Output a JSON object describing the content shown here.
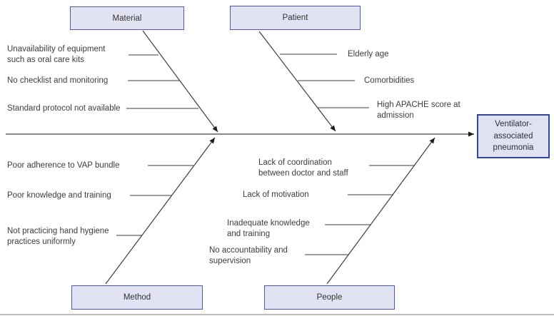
{
  "diagram": {
    "type": "fishbone-cause-effect",
    "effect_label": "Ventilator-associated pneumonia"
  },
  "categories": {
    "material": {
      "label": "Material",
      "causes": [
        "Unavailability of equipment such as oral care kits",
        "No checklist and monitoring",
        "Standard protocol not available"
      ]
    },
    "patient": {
      "label": "Patient",
      "causes": [
        "Elderly age",
        "Comorbidities",
        "High APACHE score at admission"
      ]
    },
    "method": {
      "label": "Method",
      "causes": [
        "Poor adherence to VAP bundle",
        "Poor knowledge and training",
        "Not practicing hand hygiene practices uniformly"
      ]
    },
    "people": {
      "label": "People",
      "causes": [
        "Lack of coordination between doctor and staff",
        "Lack of motivation",
        "Inadequate knowledge and training",
        "No accountability and supervision"
      ]
    }
  },
  "colors": {
    "box_fill": "#e2e3f2",
    "box_border": "#4e59a8",
    "effect_box_border": "#36459c",
    "spine": "#898989",
    "bone": "#3c3c3c",
    "text": "#3d3d3d"
  }
}
